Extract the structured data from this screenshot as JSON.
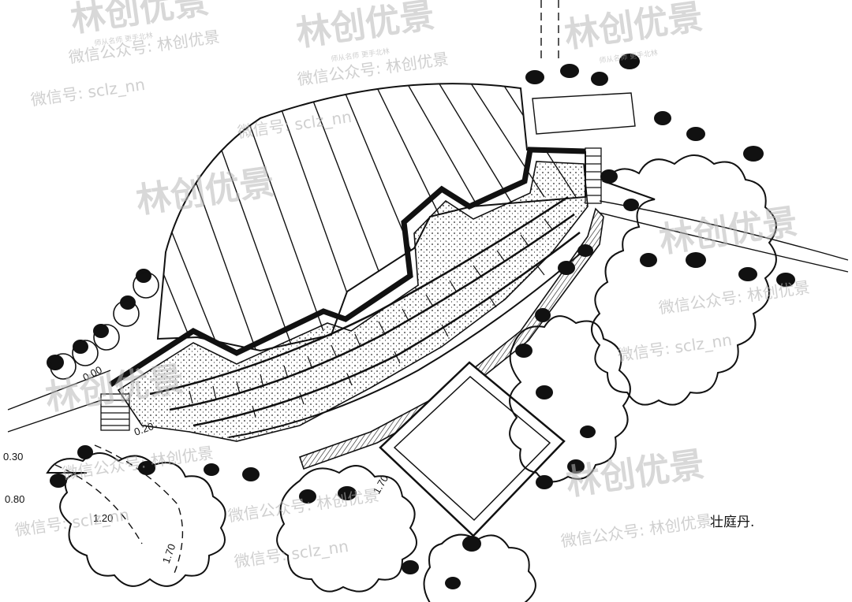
{
  "drawing": {
    "signature": "壮庭丹.",
    "elevations": [
      "0.00",
      "0.20",
      "0.30",
      "0.80",
      "1.20",
      "1.70",
      "1.70"
    ]
  },
  "watermark": {
    "brand": "林创优景",
    "tagline": "师从名师 更手北林",
    "account": "微信公众号: 林创优景",
    "wechat_id": "微信号: sclz_nn"
  },
  "colors": {
    "ink": "#111111",
    "paper": "#ffffff",
    "watermark": "#b9b9b9"
  }
}
